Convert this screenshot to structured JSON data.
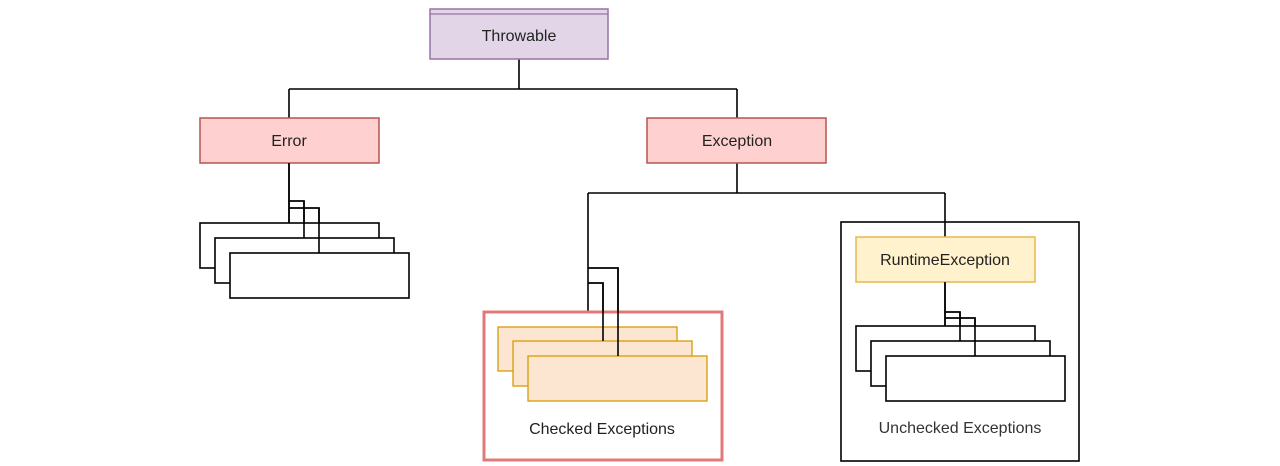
{
  "diagram": {
    "title": "Java Throwable hierarchy",
    "nodes": {
      "throwable": {
        "label": "Throwable",
        "fill": "#e1d5e7",
        "stroke": "#9673a6"
      },
      "error": {
        "label": "Error",
        "fill": "#ffd0d0",
        "stroke": "#b85450"
      },
      "exception": {
        "label": "Exception",
        "fill": "#ffd0d0",
        "stroke": "#b85450"
      },
      "runtime_exception": {
        "label": "RuntimeException",
        "fill": "#fff2cc",
        "stroke": "#e6b84e"
      }
    },
    "groups": {
      "checked": {
        "label": "Checked Exceptions",
        "stroke": "#e07a7a",
        "child_fill": "#fce6d2",
        "child_stroke": "#d79b00"
      },
      "unchecked": {
        "label": "Unchecked Exceptions",
        "stroke": "#000000"
      }
    },
    "edges": [
      {
        "from": "Throwable",
        "to": "Error"
      },
      {
        "from": "Throwable",
        "to": "Exception"
      },
      {
        "from": "Exception",
        "to": "Checked Exceptions"
      },
      {
        "from": "Exception",
        "to": "RuntimeException"
      },
      {
        "from": "Error",
        "to": "Error subclasses"
      },
      {
        "from": "RuntimeException",
        "to": "Unchecked subclasses"
      }
    ]
  }
}
